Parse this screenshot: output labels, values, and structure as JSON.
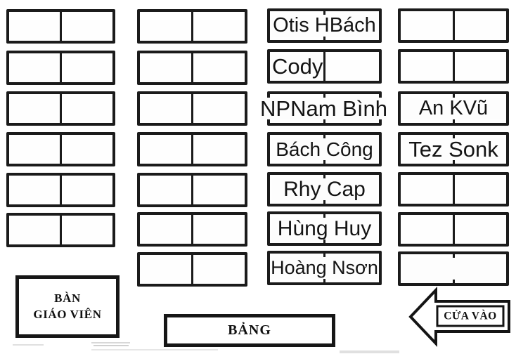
{
  "labels": {
    "teacher_desk": {
      "line1": "BÀN",
      "line2": "GIÁO VIÊN"
    },
    "board": "BẢNG",
    "entrance": "CỬA VÀO"
  },
  "seating_chart": {
    "description": "classroom seating chart with four columns of two-seat desks",
    "columns": [
      {
        "id": "column-1",
        "desks": [
          {
            "name": null,
            "card": null
          },
          {
            "name": null,
            "card": null
          },
          {
            "name": null,
            "card": null
          },
          {
            "name": null,
            "card": null
          },
          {
            "name": null,
            "card": null
          },
          {
            "name": null,
            "card": null
          }
        ]
      },
      {
        "id": "column-2",
        "desks": [
          {
            "name": null,
            "card": null
          },
          {
            "name": null,
            "card": null
          },
          {
            "name": null,
            "card": null
          },
          {
            "name": null,
            "card": null
          },
          {
            "name": null,
            "card": null
          },
          {
            "name": null,
            "card": null
          },
          {
            "name": null,
            "card": null
          }
        ]
      },
      {
        "id": "column-3",
        "desks": [
          {
            "name": "Otis HBách",
            "card": "full"
          },
          {
            "name": "Cody",
            "card": "left"
          },
          {
            "name": "NPNam Bình",
            "card": "wide"
          },
          {
            "name": "Bách Công",
            "card": "full"
          },
          {
            "name": "Rhy Cap",
            "card": "full"
          },
          {
            "name": "Hùng Huy",
            "card": "full"
          },
          {
            "name": "Hoàng Nsơn",
            "card": "full"
          }
        ]
      },
      {
        "id": "column-4",
        "desks": [
          {
            "name": null,
            "card": null
          },
          {
            "name": null,
            "card": null
          },
          {
            "name": "An KVũ",
            "card": "full"
          },
          {
            "name": "Tez Sonk",
            "card": "full"
          },
          {
            "name": null,
            "card": null
          },
          {
            "name": null,
            "card": null
          },
          {
            "name": "",
            "card": "full"
          }
        ]
      }
    ]
  },
  "colors": {
    "ink": "#1b1b1b",
    "paper": "#ffffff"
  }
}
